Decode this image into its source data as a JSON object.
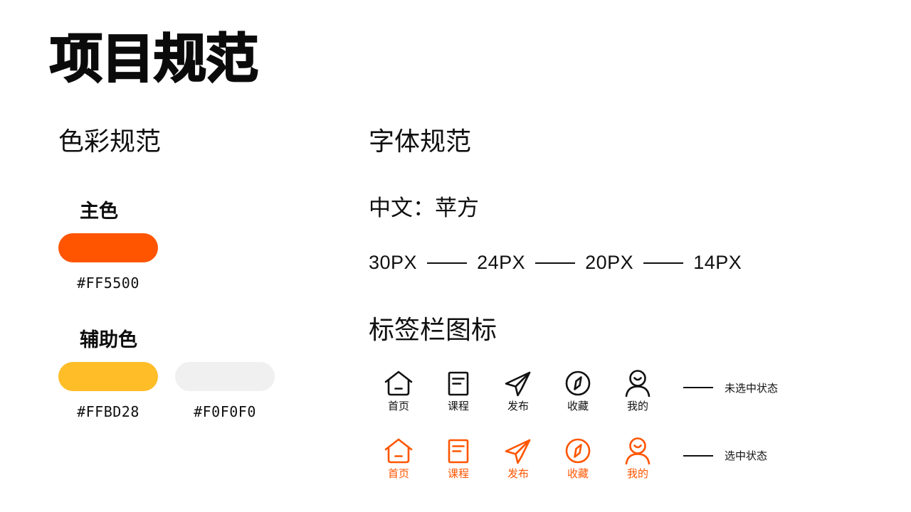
{
  "page": {
    "title": "项目规范",
    "background": "#FFFFFF"
  },
  "color_section": {
    "heading": "色彩规范",
    "groups": [
      {
        "label": "主色",
        "swatches": [
          {
            "hex": "#FF5500",
            "name": "primary-orange"
          }
        ]
      },
      {
        "label": "辅助色",
        "swatches": [
          {
            "hex": "#FFBD28",
            "name": "accent-yellow"
          },
          {
            "hex": "#F0F0F0",
            "name": "neutral-gray"
          }
        ]
      }
    ]
  },
  "font_section": {
    "heading": "字体规范",
    "chinese_font_line": "中文：苹方",
    "size_scale": [
      "30PX",
      "24PX",
      "20PX",
      "14PX"
    ]
  },
  "tabbar_section": {
    "heading": "标签栏图标",
    "items": [
      {
        "label": "首页",
        "icon": "home-icon"
      },
      {
        "label": "课程",
        "icon": "document-icon"
      },
      {
        "label": "发布",
        "icon": "paper-plane-icon"
      },
      {
        "label": "收藏",
        "icon": "compass-icon"
      },
      {
        "label": "我的",
        "icon": "person-icon"
      }
    ],
    "states": {
      "unselected": {
        "note": "未选中状态",
        "color": "#111111"
      },
      "selected": {
        "note": "选中状态",
        "color": "#FF5500"
      }
    }
  }
}
